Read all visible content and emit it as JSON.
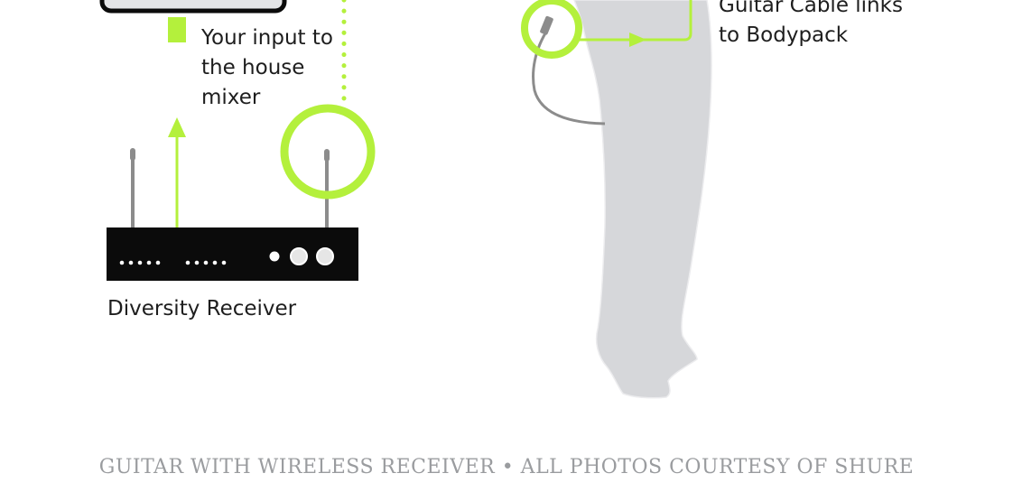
{
  "labels": {
    "input_to_mixer": "Your input to\nthe house\nmixer",
    "diversity_receiver": "Diversity Receiver",
    "guitar_cable": "Guitar Cable links\nto Bodypack"
  },
  "caption": "GUITAR WITH WIRELESS RECEIVER • ALL PHOTOS COURTESY OF SHURE",
  "icons": {
    "mixer": "mixer-box-icon",
    "receiver": "diversity-receiver-icon",
    "antenna": "antenna-icon",
    "person": "person-silhouette-icon",
    "highlight": "highlight-ring-icon",
    "signal_arrow": "arrow-up-icon",
    "cable_arrow": "arrow-right-icon"
  },
  "colors": {
    "accent": "#b4f03c",
    "device": "#0b0b0b",
    "silhouette": "#d6d7da",
    "cable": "#8c8c8c",
    "text": "#1e1e1e",
    "caption": "#9a9c9f"
  }
}
